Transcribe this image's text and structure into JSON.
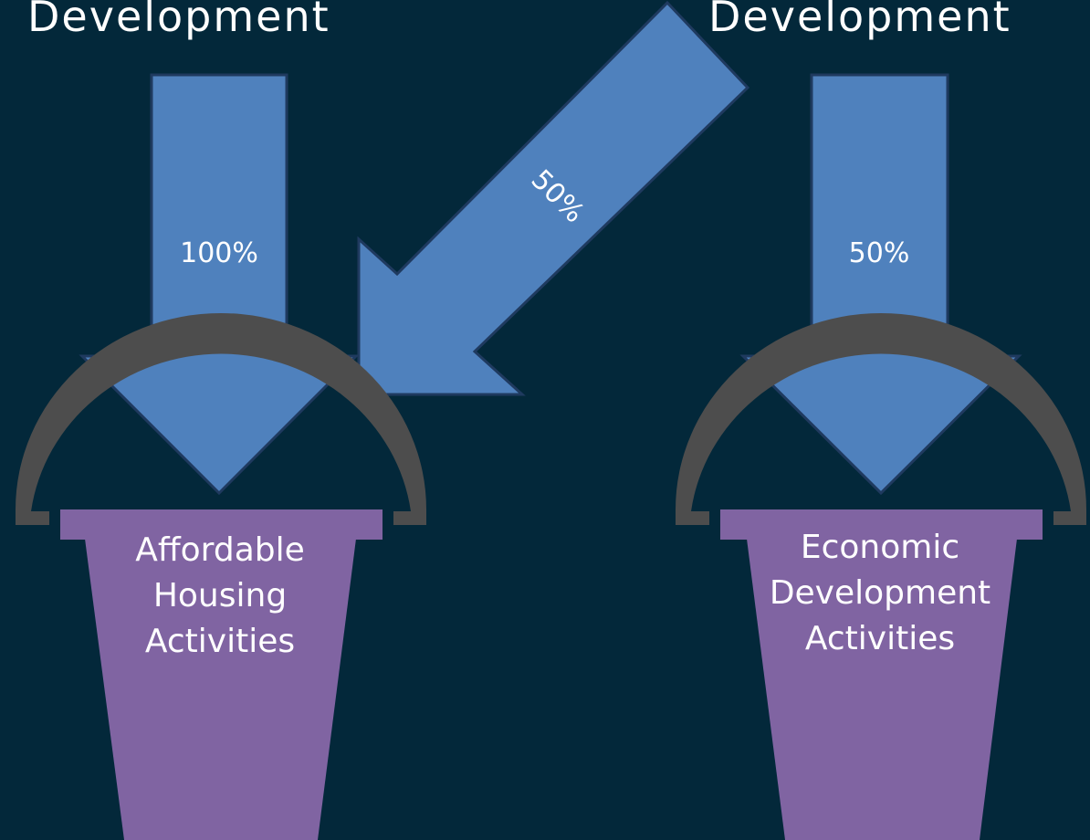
{
  "headers": {
    "left": "Development",
    "right": "Development"
  },
  "arrows": {
    "left_down": "100%",
    "diagonal": "50%",
    "right_down": "50%"
  },
  "buckets": {
    "left": [
      "Affordable",
      "Housing",
      "Activities"
    ],
    "right": [
      "Economic",
      "Development",
      "Activities"
    ]
  },
  "colors": {
    "background": "#03283A",
    "arrow_fill": "#4F81BD",
    "arrow_stroke": "#1F3A5F",
    "bucket_fill": "#8064A2",
    "handle": "#4D4D4D",
    "text": "#FFFFFF"
  }
}
